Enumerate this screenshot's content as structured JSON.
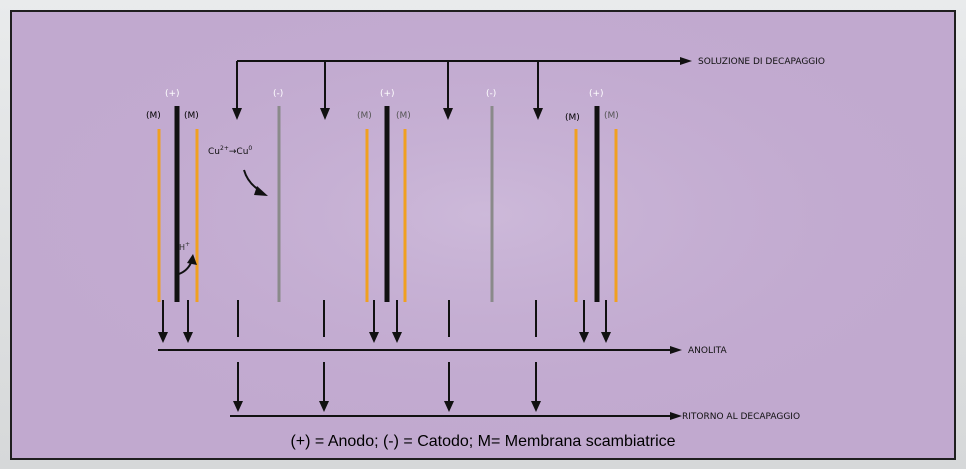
{
  "lines": {
    "feed": "SOLUZIONE DI DECAPAGGIO",
    "anolyte": "ANOLITA",
    "return": "RITORNO AL DECAPAGGIO"
  },
  "labels": {
    "anode": "(+)",
    "cathode": "(-)",
    "membrane": "(M)",
    "reaction_base": "Cu",
    "reaction_sup_left": "2+",
    "reaction_arrow": "→",
    "reaction_sup_right": "0",
    "proton_base": "H",
    "proton_sup": "+"
  },
  "caption": "(+) = Anodo; (-) = Catodo; M= Membrana scambiatrice",
  "colors": {
    "background": "#c1a9cf",
    "membrane": "#f0a020",
    "anode": "#111111",
    "cathode": "#8a8a8a",
    "arrow": "#111111"
  }
}
